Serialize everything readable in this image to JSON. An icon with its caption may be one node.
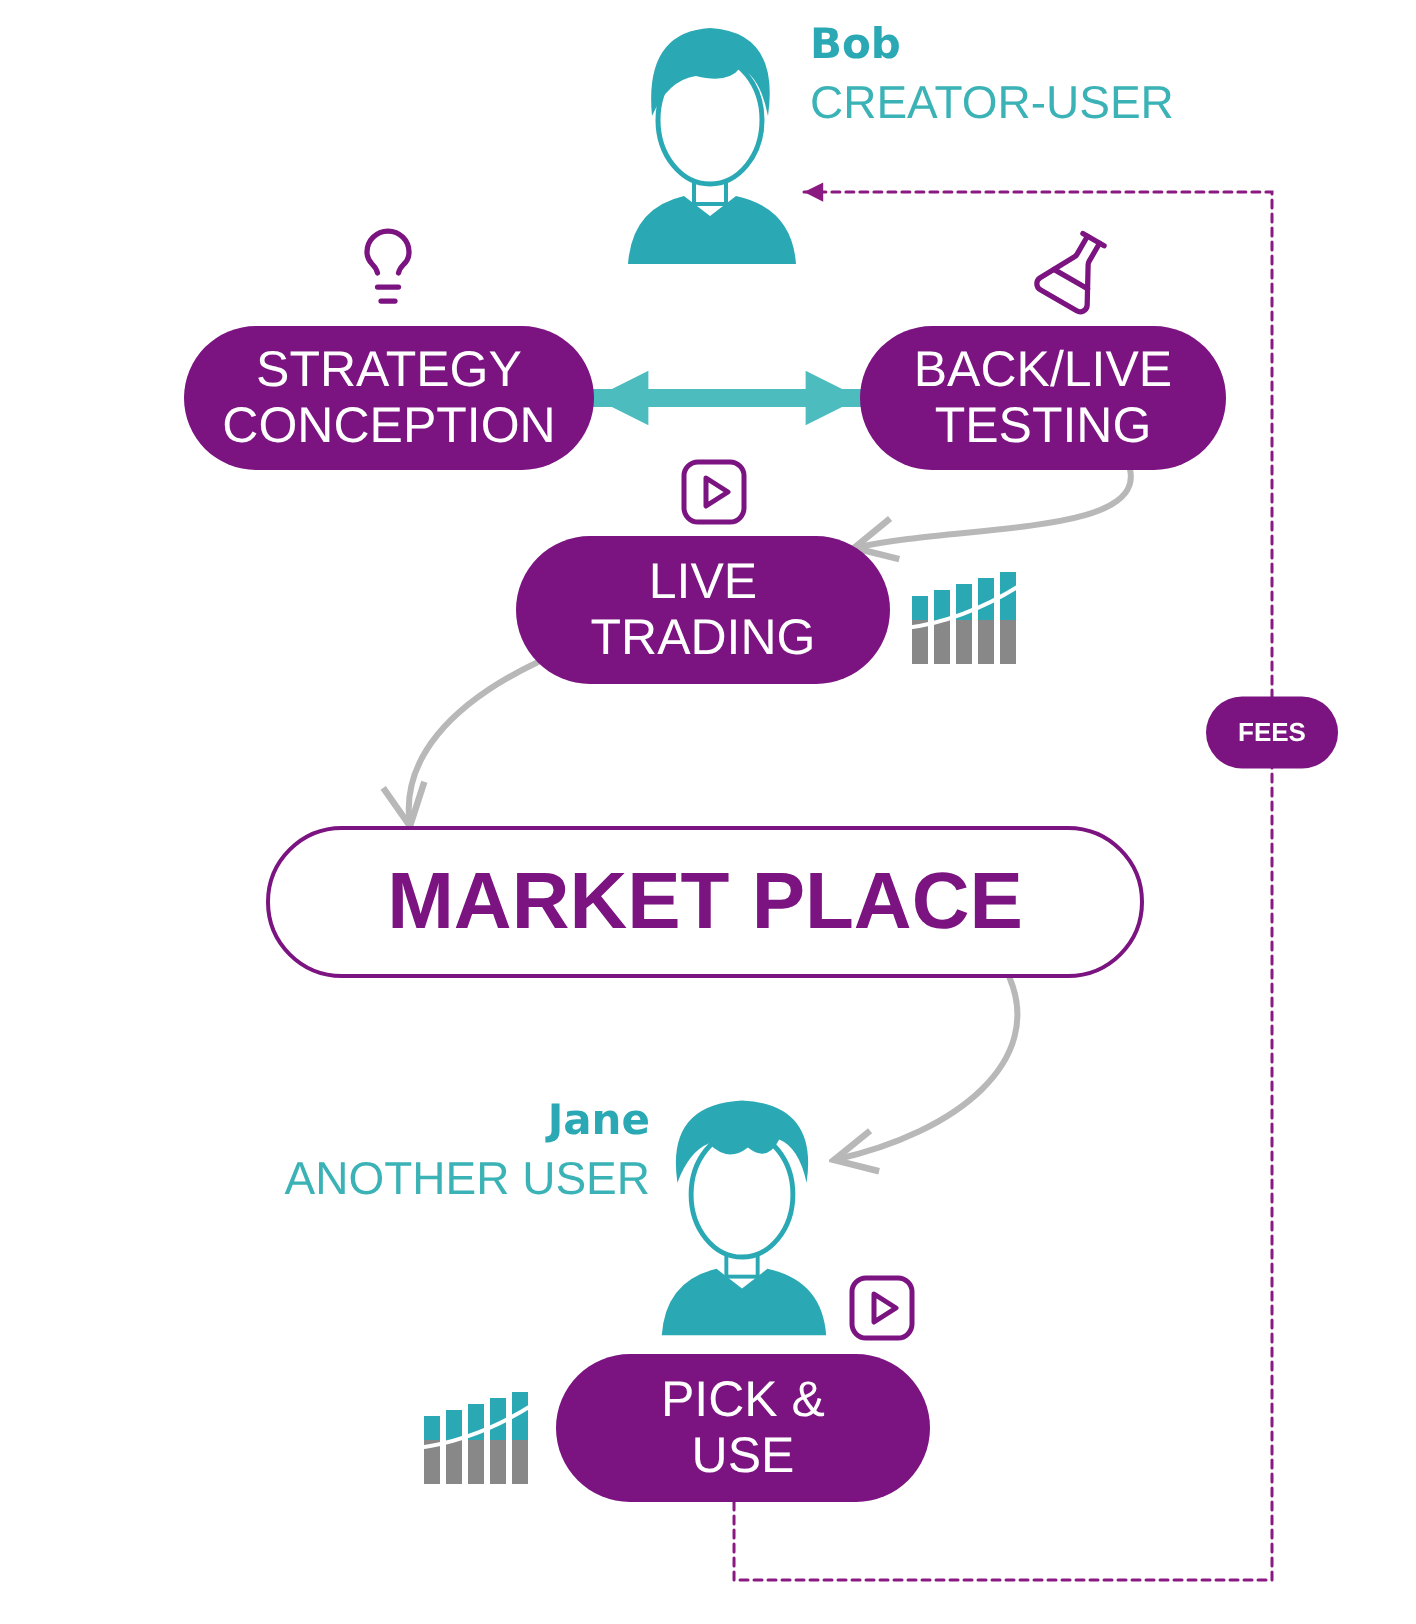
{
  "diagram": {
    "nodes": [
      {
        "text": [],
        "shape": "person",
        "beside": [
          "Bob",
          "CREATOR-USER"
        ]
      },
      {
        "text": [
          "STRATEGY CONCEPTION"
        ]
      },
      {
        "text": [
          "BACK/LIVE TESTING"
        ]
      },
      {
        "text": [
          "LIVE TRADING"
        ]
      },
      {
        "text": [
          "MARKET PLACE"
        ]
      },
      {
        "text": [],
        "shape": "person",
        "beside": [
          "Jane",
          "ANOTHER USER"
        ]
      },
      {
        "text": [
          "PICK & USE"
        ]
      }
    ],
    "edges": [
      {
        "from": 1,
        "to": 2,
        "arrow": "both",
        "style": "thick",
        "color": "#4cbcbf"
      },
      {
        "from": 2,
        "to": 3,
        "arrow": "to"
      },
      {
        "from": 3,
        "to": 4,
        "arrow": "to"
      },
      {
        "from": 4,
        "to": 5,
        "arrow": "to"
      },
      {
        "from": 6,
        "to": 0,
        "arrow": "to",
        "style": "dashed",
        "color": "#8a1a82",
        "label": "FEES"
      }
    ]
  }
}
